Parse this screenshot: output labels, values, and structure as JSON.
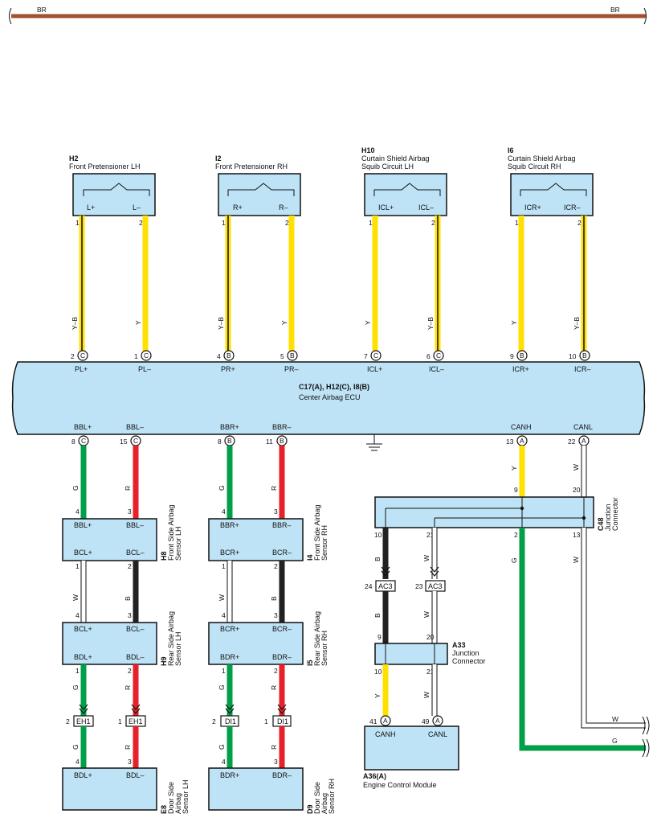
{
  "power_bus": {
    "left": "BR",
    "right": "BR"
  },
  "top_components": [
    {
      "code": "H2",
      "name": "Front Pretensioner LH",
      "pin_a": "L+",
      "pin_b": "L–",
      "num_a": "1",
      "num_b": "2",
      "wire_a": "Y–B",
      "wire_b": "Y",
      "ecu_num_a": "2",
      "ecu_num_b": "1",
      "conn": "C",
      "ecu_label_a": "PL+",
      "ecu_label_b": "PL–"
    },
    {
      "code": "I2",
      "name": "Front Pretensioner RH",
      "pin_a": "R+",
      "pin_b": "R–",
      "num_a": "1",
      "num_b": "2",
      "wire_a": "Y–B",
      "wire_b": "Y",
      "ecu_num_a": "4",
      "ecu_num_b": "5",
      "conn": "B",
      "ecu_label_a": "PR+",
      "ecu_label_b": "PR–"
    },
    {
      "code": "H10",
      "name1": "Curtain Shield Airbag",
      "name2": "Squib Circuit LH",
      "pin_a": "ICL+",
      "pin_b": "ICL–",
      "num_a": "1",
      "num_b": "2",
      "wire_a": "Y",
      "wire_b": "Y–B",
      "ecu_num_a": "7",
      "ecu_num_b": "6",
      "conn": "C",
      "ecu_label_a": "ICL+",
      "ecu_label_b": "ICL–"
    },
    {
      "code": "I6",
      "name1": "Curtain Shield Airbag",
      "name2": "Squib Circuit RH",
      "pin_a": "ICR+",
      "pin_b": "ICR–",
      "num_a": "1",
      "num_b": "2",
      "wire_a": "Y",
      "wire_b": "Y–B",
      "ecu_num_a": "9",
      "ecu_num_b": "10",
      "conn": "B",
      "ecu_label_a": "ICR+",
      "ecu_label_b": "ICR–"
    }
  ],
  "ecu": {
    "code": "C17(A), H12(C), I8(B)",
    "name": "Center Airbag ECU",
    "bottom_pins": [
      {
        "label": "BBL+",
        "num": "8",
        "conn": "C"
      },
      {
        "label": "BBL–",
        "num": "15",
        "conn": "C"
      },
      {
        "label": "BBR+",
        "num": "8",
        "conn": "B"
      },
      {
        "label": "BBR–",
        "num": "11",
        "conn": "B"
      },
      {
        "label": "CANH",
        "num": "13",
        "conn": "A"
      },
      {
        "label": "CANL",
        "num": "22",
        "conn": "A"
      }
    ]
  },
  "left_chain": {
    "w1a": "G",
    "w1b": "R",
    "fs_pin_nums": [
      "4",
      "3"
    ],
    "fs_top": [
      "BBL+",
      "BBL–"
    ],
    "fs_bot": [
      "BCL+",
      "BCL–"
    ],
    "fs_out": [
      "1",
      "2"
    ],
    "fs_code": "H8",
    "fs_name1": "Front Side Airbag",
    "fs_name2": "Sensor LH",
    "w2a": "W",
    "w2b": "B",
    "rs_pin_nums": [
      "4",
      "3"
    ],
    "rs_top": [
      "BCL+",
      "BCL–"
    ],
    "rs_bot": [
      "BDL+",
      "BDL–"
    ],
    "rs_out": [
      "1",
      "2"
    ],
    "rs_code": "H9",
    "rs_name1": "Rear Side Airbag",
    "rs_name2": "Sensor LH",
    "w3a": "G",
    "w3b": "R",
    "ic_nums": [
      "2",
      "1"
    ],
    "ic_labels": [
      "EH1",
      "EH1"
    ],
    "w4a": "G",
    "w4b": "R",
    "ds_pin_nums": [
      "4",
      "3"
    ],
    "ds_top": [
      "BDL+",
      "BDL–"
    ],
    "ds_code": "E8",
    "ds_name1": "Door Side",
    "ds_name2": "Airbag",
    "ds_name3": "Sensor LH"
  },
  "right_chain": {
    "w1a": "G",
    "w1b": "R",
    "fs_pin_nums": [
      "4",
      "3"
    ],
    "fs_top": [
      "BBR+",
      "BBR–"
    ],
    "fs_bot": [
      "BCR+",
      "BCR–"
    ],
    "fs_out": [
      "1",
      "2"
    ],
    "fs_code": "I4",
    "fs_name1": "Front Side Airbag",
    "fs_name2": "Sensor RH",
    "w2a": "W",
    "w2b": "B",
    "rs_pin_nums": [
      "4",
      "3"
    ],
    "rs_top": [
      "BCR+",
      "BCR–"
    ],
    "rs_bot": [
      "BDR+",
      "BDR–"
    ],
    "rs_out": [
      "1",
      "2"
    ],
    "rs_code": "I5",
    "rs_name1": "Rear Side Airbag",
    "rs_name2": "Sensor RH",
    "w3a": "G",
    "w3b": "R",
    "ic_nums": [
      "2",
      "1"
    ],
    "ic_labels": [
      "DI1",
      "DI1"
    ],
    "w4a": "G",
    "w4b": "R",
    "ds_pin_nums": [
      "4",
      "3"
    ],
    "ds_top": [
      "BDR+",
      "BDR–"
    ],
    "ds_code": "D9",
    "ds_name1": "Door Side",
    "ds_name2": "Airbag",
    "ds_name3": "Sensor RH"
  },
  "can": {
    "wire_canh": "Y",
    "wire_canl": "W",
    "jc48_in": [
      "9",
      "20"
    ],
    "jc48_out": [
      "10",
      "21",
      "2",
      "13"
    ],
    "jc48_code": "C48",
    "jc48_name1": "Junction",
    "jc48_name2": "Connector",
    "w_b": "B",
    "w_w": "W",
    "w_g": "G",
    "w_w2": "W",
    "ac3_nums": [
      "24",
      "23"
    ],
    "ac3_labels": [
      "AC3",
      "AC3"
    ],
    "w_b2": "B",
    "w_w3": "W",
    "ja33_in": [
      "9",
      "20"
    ],
    "ja33_out": [
      "10",
      "21"
    ],
    "ja33_code": "A33",
    "ja33_name1": "Junction",
    "ja33_name2": "Connector",
    "w_y": "Y",
    "w_w4": "W",
    "ecm_nums": [
      "41",
      "49"
    ],
    "ecm_conn": "A",
    "ecm_labels": [
      "CANH",
      "CANL"
    ],
    "ecm_code": "A36(A)",
    "ecm_name": "Engine Control Module",
    "bus_w": "W",
    "bus_g": "G"
  },
  "colors": {
    "BR": "#a0522d",
    "Y": "#ffe000",
    "G": "#00a04a",
    "R": "#e8202a",
    "B": "#222222",
    "W": "#ffffff",
    "box": "#bfe3f6"
  }
}
